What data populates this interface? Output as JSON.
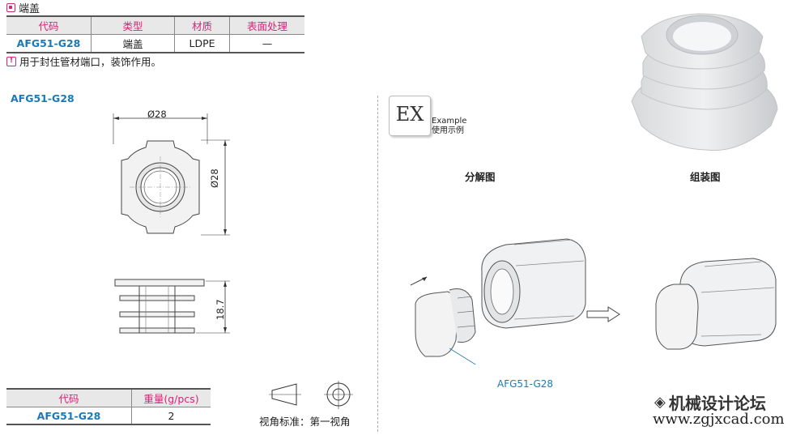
{
  "header": {
    "title": "端盖"
  },
  "spec_table": {
    "columns": [
      "代码",
      "类型",
      "材质",
      "表面处理"
    ],
    "rows": [
      [
        "AFG51-G28",
        "端盖",
        "LDPE",
        "—"
      ]
    ]
  },
  "note": "用于封住管材端口，装饰作用。",
  "drawing": {
    "model": "AFG51-G28",
    "dim_width": "Ø28",
    "dim_height": "Ø28",
    "dim_length": "18.7"
  },
  "weight_table": {
    "columns": [
      "代码",
      "重量(g/pcs)"
    ],
    "rows": [
      [
        "AFG51-G28",
        "2"
      ]
    ]
  },
  "projection": {
    "label": "视角标准：第一视角"
  },
  "example": {
    "badge": "EX",
    "label_en": "Example",
    "label_cn": "使用示例",
    "exploded_title": "分解图",
    "assembled_title": "组装图",
    "part_callout": "AFG51-G28"
  },
  "watermark": {
    "line1": "机械设计论坛",
    "line2": "www.zgjxcad.com"
  },
  "colors": {
    "accent": "#d6247a",
    "code_blue": "#1a7ab5"
  }
}
